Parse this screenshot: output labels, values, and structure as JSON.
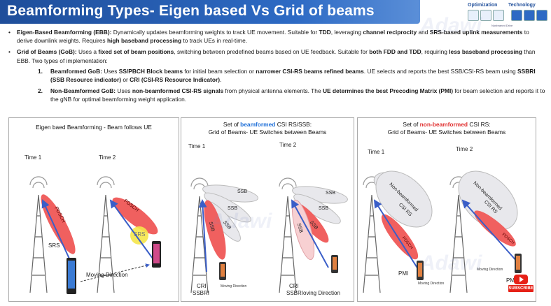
{
  "header": {
    "title": "Beamforming Types- Eigen based Vs Grid of beams",
    "tags": [
      "Optimization",
      "Technology"
    ],
    "logo_subtext": "Nonbraned Drive"
  },
  "bullets": {
    "ebb": {
      "term": "Eigen-Based Beamforming (EBB):",
      "t1": " Dynamically updates beamforming weights to track UE movement. Suitable for ",
      "b1": "TDD",
      "t2": ", leveraging ",
      "b2": "channel reciprocity",
      "t3": " and ",
      "b3": "SRS-based uplink measurements",
      "t4": " to derive downlink weights. Requires ",
      "b4": "high baseband processing",
      "t5": " to track UEs in real-time."
    },
    "gob": {
      "term": "Grid of Beams (GoB):",
      "t1": " Uses a ",
      "b1": "fixed set of beam positions",
      "t2": ", switching between predefined beams based on UE feedback. Suitable for ",
      "b2": "both FDD and TDD",
      "t3": ", requiring ",
      "b3": "less baseband processing",
      "t4": " than EBB. Two types of implementation:"
    },
    "sub1": {
      "num": "1.",
      "term": "Beamformed GoB:",
      "t1": " Uses ",
      "b1": "SS/PBCH Block beams",
      "t2": " for initial beam selection or ",
      "b2": "narrower CSI-RS beams refined beams",
      "t3": ". UE selects and reports the best SSB/CSI-RS beam using ",
      "b3": "SSBRI (SSB Resource indicator)",
      "t4": " or ",
      "b4": "CRI (CSI-RS Resource Indicator)",
      "t5": "."
    },
    "sub2": {
      "num": "2.",
      "term": "Non-Beamformed GoB:",
      "t1": " Uses ",
      "b1": "non-beamformed CSI-RS signals",
      "t2": " from physical antenna elements. The ",
      "b2": "UE determines the best Precoding Matrix (PMI)",
      "t3": " for beam selection and reports it to the gNB for optimal beamforming weight application."
    }
  },
  "panel1": {
    "title": "Eigen baed Beamforming - Beam follows UE",
    "time1": "Time 1",
    "time2": "Time 2",
    "pdsch1": "PDSCH",
    "pdsch2": "PDSCH",
    "srs1": "SRS",
    "srs2": "SRS",
    "moving": "Moving Direction"
  },
  "panel2": {
    "title_pre": "Set of ",
    "title_hl": "beamformed",
    "title_post": " CSI RS/SSB:",
    "title_line2": "Grid of Beams- UE Switches between Beams",
    "time1": "Time 1",
    "time2": "Time 2",
    "ssb_labels": [
      "SSB",
      "SSB",
      "SSB",
      "SSB"
    ],
    "ssb_labels2": [
      "SSB",
      "SSB",
      "SSB",
      "SSB"
    ],
    "cri1": "CRI",
    "ssbri1": "SSBRI",
    "moving_small": "Moving Direction",
    "cri2": "CRI",
    "ssbri2": "SSBRIoving Direction"
  },
  "panel3": {
    "title_pre": "Set of ",
    "title_hl": "non-beamformed",
    "title_post": " CSI RS:",
    "title_line2": "Grid of Beams- UE Switches between Beams",
    "time1": "Time 1",
    "time2": "Time 2",
    "nb1": "Non-beamformed",
    "nb1b": "CSI RS",
    "nb2": "Non-beamformed",
    "nb2b": "CSI RS",
    "pdsch1": "PDSCH",
    "pdsch2": "PDSCH",
    "pmi": "PMI",
    "moving1": "Moving Direction",
    "moving2": "Moving Direction",
    "pm": "PM"
  },
  "youtube": {
    "subscribe": "SUBSCRIBE"
  },
  "watermark": "Adawi",
  "colors": {
    "title_bar": "#1f4e9a",
    "beam_red": "#f0605f",
    "beam_pink": "#f7d0d2",
    "beam_gray": "#e8e8ec",
    "arrow_blue": "#3a5ec8",
    "srs_yellow": "#f5e64a"
  }
}
